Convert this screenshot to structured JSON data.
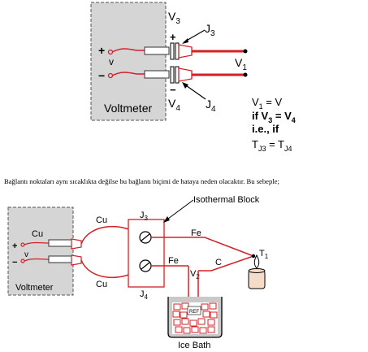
{
  "top_diagram": {
    "voltmeter_label": "Voltmeter",
    "plus": "+",
    "minus": "−",
    "v": "v",
    "v3": "V",
    "v3_sub": "3",
    "v4": "V",
    "v4_sub": "4",
    "j3": "J",
    "j3_sub": "3",
    "j4": "J",
    "j4_sub": "4",
    "plus_small": "+",
    "minus_small": "−",
    "v1": "V",
    "v1_sub": "1",
    "equations": {
      "line1_a": "V",
      "line1_sub": "1",
      "line1_b": " = V",
      "line2_a": "if V",
      "line2_sub1": "3",
      "line2_b": " = V",
      "line2_sub2": "4",
      "line3": "i.e., if",
      "line4_a": "T",
      "line4_sub1": "J3",
      "line4_b": " = T",
      "line4_sub2": "J4"
    }
  },
  "paragraph": "Bağlantı noktaları aynı sıcaklıkta değilse bu bağlantı biçimi de hataya neden olacaktır. Bu sebeple;",
  "bottom_diagram": {
    "isothermal_label": "Isothermal Block",
    "cu_top_left": "Cu",
    "cu_top_wire": "Cu",
    "cu_bottom_wire": "Cu",
    "plus": "+",
    "minus": "−",
    "v": "v",
    "voltmeter_label": "Voltmeter",
    "j3": "J",
    "j3_sub": "3",
    "j4": "J",
    "j4_sub": "4",
    "fe_top": "Fe",
    "fe_mid": "Fe",
    "c": "C",
    "v2": "V",
    "v2_sub": "2",
    "t1": "T",
    "t1_sub": "1",
    "ref": "REF",
    "ice_bath_label": "Ice Bath"
  },
  "colors": {
    "wire_red": "#d42027",
    "voltmeter_gray": "#d5d5d5",
    "ice_gray": "#c9c9c9",
    "candle": "#f5dcc8",
    "flame": "#e04020"
  }
}
